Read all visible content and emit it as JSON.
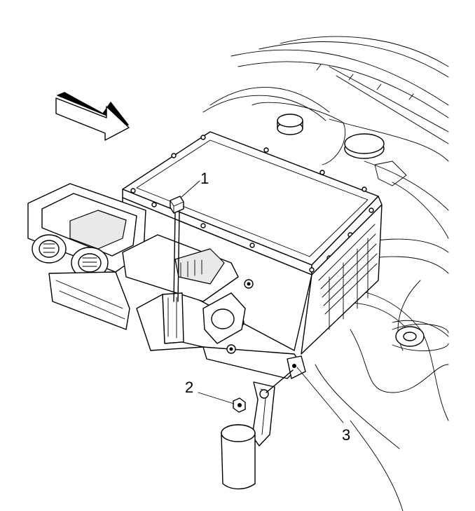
{
  "diagram": {
    "callouts": [
      {
        "id": "1",
        "label": "1"
      },
      {
        "id": "2",
        "label": "2"
      },
      {
        "id": "3",
        "label": "3"
      }
    ],
    "colors": {
      "line": "#000000",
      "background": "#ffffff",
      "shade": "#e9e9e9"
    },
    "direction_arrow": "front-direction-arrow"
  }
}
